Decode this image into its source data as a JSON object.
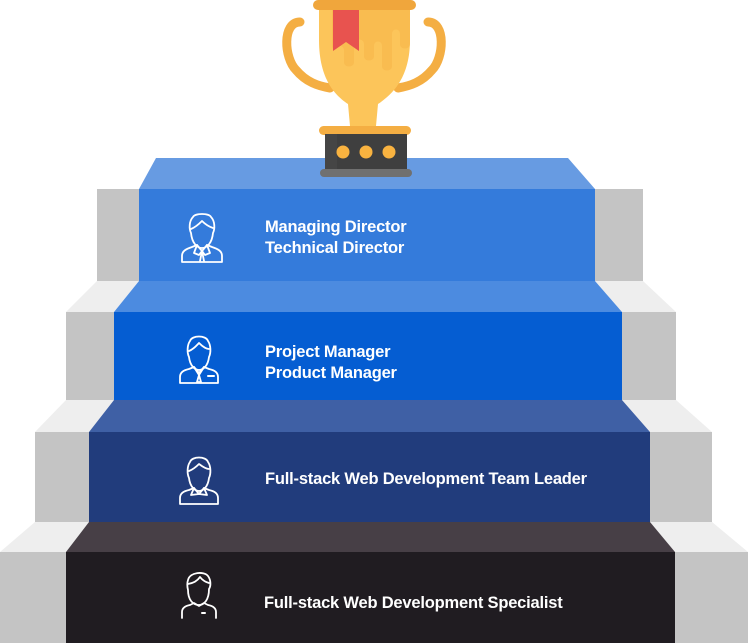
{
  "diagram": {
    "type": "career-ladder-staircase",
    "trophy": {
      "icon": "trophy-icon",
      "ribbon_color": "#e8534f",
      "cup_color": "#fcc55a",
      "base_color": "#3f3f3f",
      "dot_color": "#f9b340"
    },
    "steps": [
      {
        "level": 4,
        "lines": [
          "Managing Director",
          "Technical Director"
        ],
        "icon": "businessman-icon",
        "front_color": "#347bdb",
        "top_color": "#679be2"
      },
      {
        "level": 3,
        "lines": [
          "Project Manager",
          "Product Manager"
        ],
        "icon": "manager-icon",
        "front_color": "#055dd2",
        "top_color": "#4c8be0"
      },
      {
        "level": 2,
        "lines": [
          "Full-stack Web Development Team Leader"
        ],
        "icon": "team-leader-icon",
        "front_color": "#213c7c",
        "top_color": "#3f60a5"
      },
      {
        "level": 1,
        "lines": [
          "Full-stack Web Development Specialist"
        ],
        "icon": "specialist-icon",
        "front_color": "#201c21",
        "top_color": "#473f46"
      }
    ],
    "side_colors": {
      "side": "#c4c4c4",
      "side_top": "#eeeeee"
    }
  }
}
